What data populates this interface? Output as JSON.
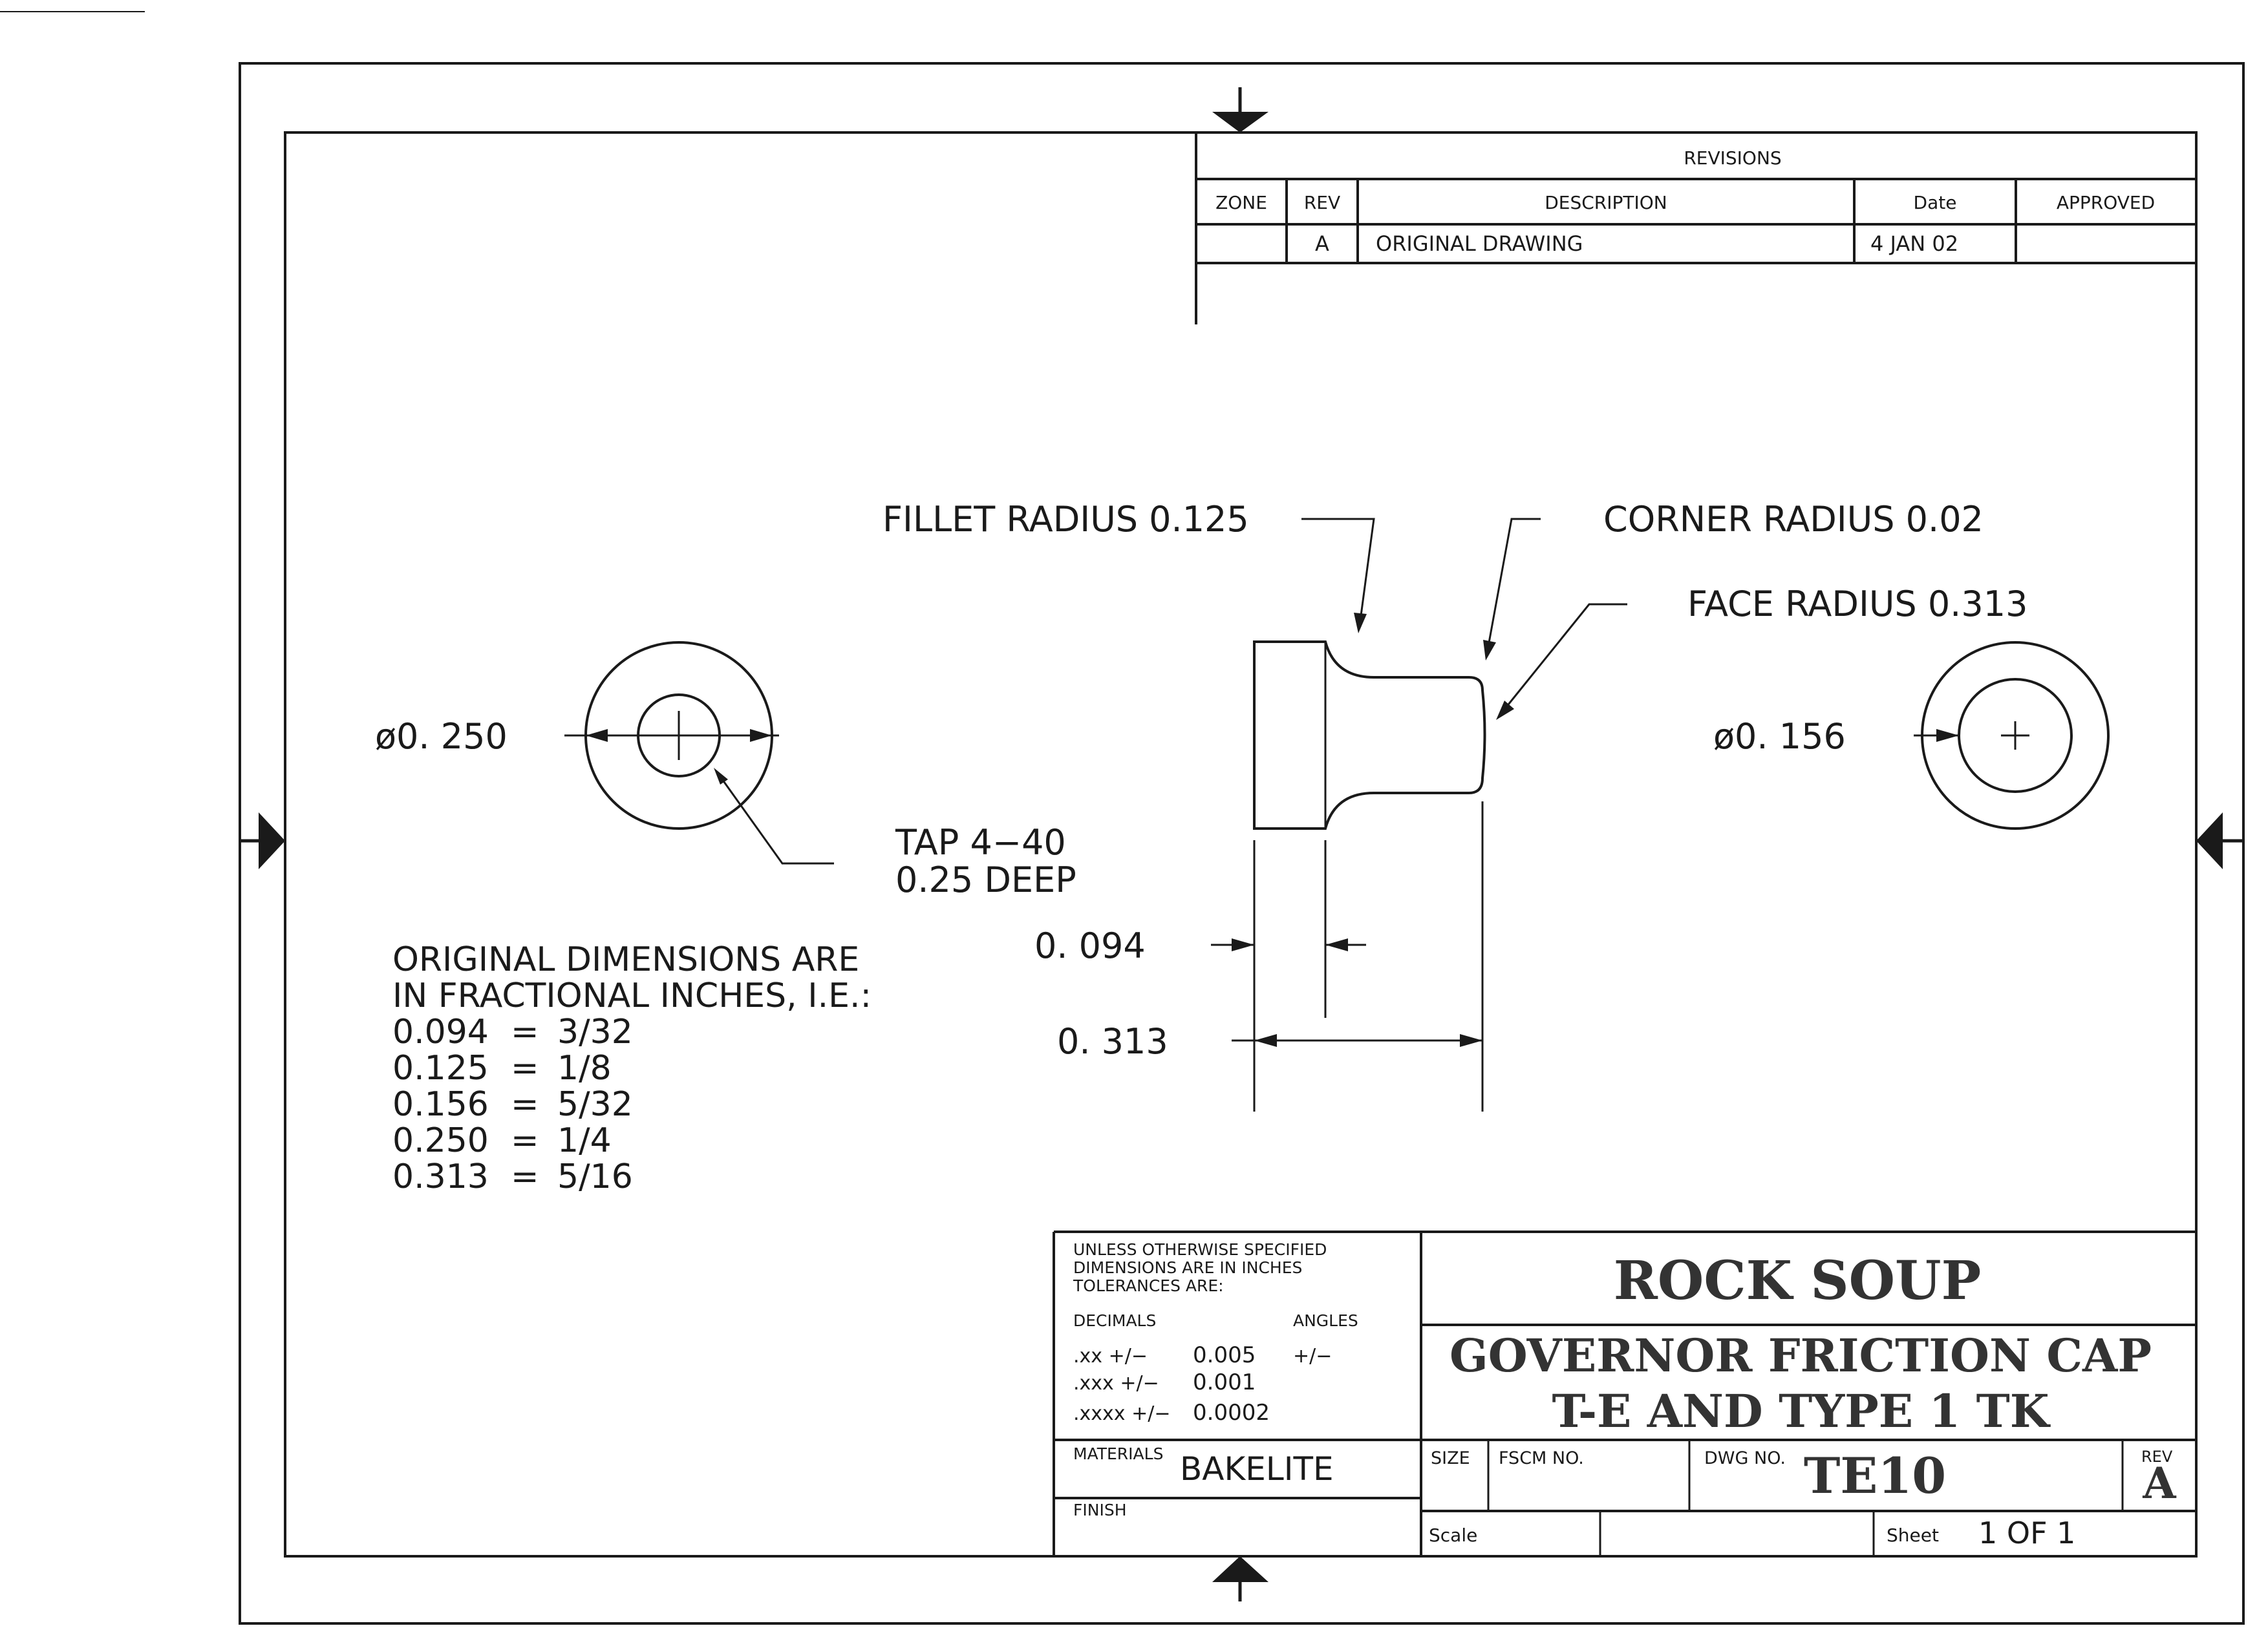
{
  "revisions": {
    "title": "REVISIONS",
    "headers": {
      "zone": "ZONE",
      "rev": "REV",
      "description": "DESCRIPTION",
      "date": "Date",
      "approved": "APPROVED"
    },
    "row": {
      "zone": "",
      "rev": "A",
      "description": "ORIGINAL DRAWING",
      "date": "4 JAN 02",
      "approved": ""
    }
  },
  "callouts": {
    "fillet": "FILLET RADIUS 0.125",
    "corner": "CORNER RADIUS 0.02",
    "face": "FACE RADIUS 0.313",
    "tap_line1": "TAP 4−40",
    "tap_line2": "0.25 DEEP"
  },
  "dimensions": {
    "left_diameter": "ø0. 250",
    "right_diameter": "ø0. 156",
    "flange_thickness": "0. 094",
    "overall_length": "0. 313"
  },
  "notes": {
    "line1": "ORIGINAL DIMENSIONS ARE",
    "line2": "IN FRACTIONAL INCHES, I.E.:",
    "conversions": [
      {
        "decimal": "0.094",
        "eq": "=",
        "fraction": "3/32"
      },
      {
        "decimal": "0.125",
        "eq": "=",
        "fraction": "1/8"
      },
      {
        "decimal": "0.156",
        "eq": "=",
        "fraction": "5/32"
      },
      {
        "decimal": "0.250",
        "eq": "=",
        "fraction": "1/4"
      },
      {
        "decimal": "0.313",
        "eq": "=",
        "fraction": "5/16"
      }
    ]
  },
  "title_block": {
    "spec_line1": "UNLESS OTHERWISE SPECIFIED",
    "spec_line2": "DIMENSIONS ARE IN INCHES",
    "spec_line3": "TOLERANCES ARE:",
    "decimals_label": "DECIMALS",
    "angles_label": "ANGLES",
    "tolerances": [
      {
        "label": ".xx +/−",
        "value": "0.005"
      },
      {
        "label": ".xxx +/−",
        "value": "0.001"
      },
      {
        "label": ".xxxx +/−",
        "value": "0.0002"
      }
    ],
    "angles_value": "+/−",
    "materials_label": "MATERIALS",
    "material": "BAKELITE",
    "finish_label": "FINISH",
    "company": "ROCK SOUP",
    "title_line1": "GOVERNOR FRICTION CAP",
    "title_line2": "T-E AND TYPE 1 TK",
    "size_label": "SIZE",
    "fscm_label": "FSCM NO.",
    "dwg_label": "DWG NO.",
    "dwg_no": "TE10",
    "rev_label": "REV",
    "rev": "A",
    "scale_label": "Scale",
    "sheet_label": "Sheet",
    "sheet": "1 OF 1"
  }
}
